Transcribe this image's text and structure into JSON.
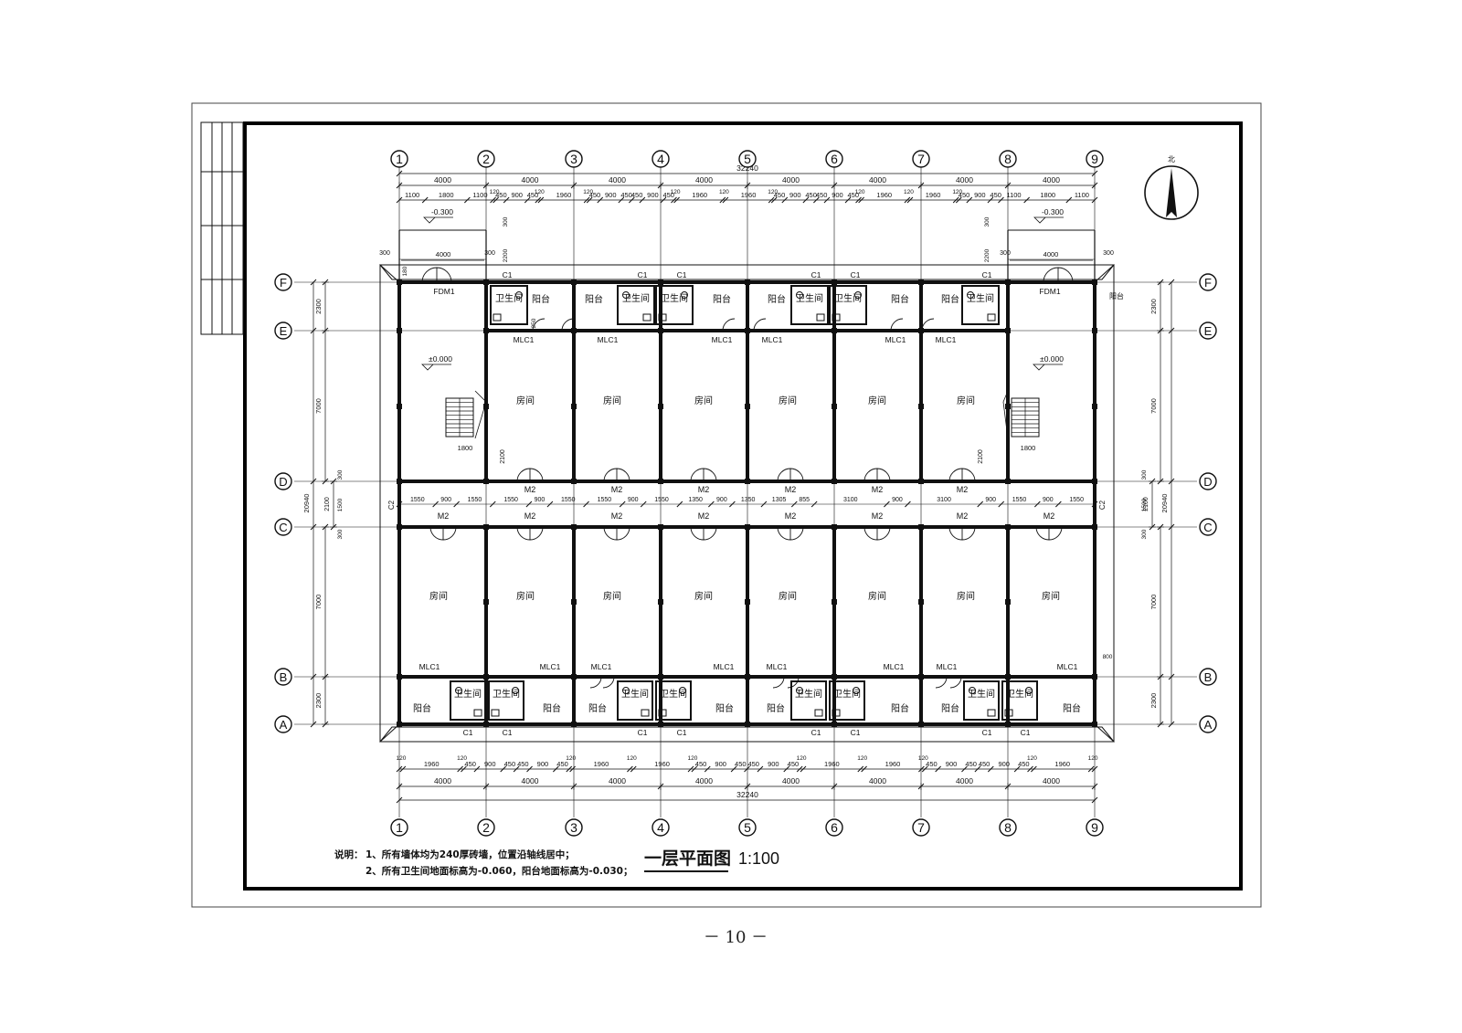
{
  "drawing": {
    "title": "一层平面图",
    "scale": "1:100",
    "north_label": "北",
    "notes": {
      "heading": "说明：",
      "items": [
        "1、所有墙体均为240厚砖墙，位置沿轴线居中；",
        "2、所有卫生间地面标高为-0.060，阳台地面标高为-0.030；"
      ]
    },
    "grid": {
      "columns": [
        "1",
        "2",
        "3",
        "4",
        "5",
        "6",
        "7",
        "8",
        "9"
      ],
      "rows_top_to_bottom": [
        "F",
        "E",
        "D",
        "C",
        "B",
        "A"
      ]
    },
    "dimensions": {
      "overall_width": "32240",
      "overall_depth": "20940",
      "bays": [
        "4000",
        "4000",
        "4000",
        "4000",
        "4000",
        "4000",
        "4000",
        "4000"
      ],
      "top_detail": [
        "1100",
        "1800",
        "1100",
        "120",
        "450",
        "900",
        "450",
        "120",
        "1960",
        "120",
        "450",
        "900",
        "450",
        "450",
        "900",
        "450",
        "120",
        "1960",
        "120",
        "1960",
        "120",
        "450",
        "900",
        "450",
        "450",
        "900",
        "450",
        "120",
        "1960",
        "120",
        "1960",
        "120",
        "450",
        "900",
        "450",
        "1100",
        "1800",
        "1100"
      ],
      "bottom_detail": [
        "120",
        "1960",
        "120",
        "450",
        "900",
        "450",
        "450",
        "900",
        "450",
        "120",
        "1960",
        "120",
        "1960",
        "120",
        "450",
        "900",
        "450",
        "450",
        "900",
        "450",
        "120",
        "1960",
        "120",
        "1960",
        "120",
        "450",
        "900",
        "450",
        "450",
        "900",
        "450",
        "120",
        "1960",
        "120"
      ],
      "left_vertical": [
        "2300",
        "7000",
        "300",
        "2100",
        "1500",
        "300",
        "7000",
        "2300"
      ],
      "corridor": [
        "1550",
        "900",
        "1550",
        "1550",
        "900",
        "1550",
        "1550",
        "900",
        "1550",
        "1350",
        "900",
        "1350",
        "1305",
        "855",
        "3100",
        "900",
        "3100",
        "900",
        "1550",
        "900",
        "1550"
      ],
      "entrance_width": "4000",
      "entrance_side": "300",
      "stair_width": "1800",
      "stair_side": "2100",
      "misc": [
        "180",
        "250",
        "300",
        "2200",
        "800"
      ]
    },
    "levels": [
      "-0.300",
      "-0.300",
      "±0.000",
      "±0.000"
    ],
    "labels": {
      "room": "房间",
      "bath": "卫生间",
      "balcony": "阳台",
      "door_m2": "M2",
      "window_c1": "C1",
      "window_c2": "C2",
      "door_mlc1": "MLC1",
      "door_fdm1": "FDM1"
    }
  },
  "page_number": "－ 10 －"
}
